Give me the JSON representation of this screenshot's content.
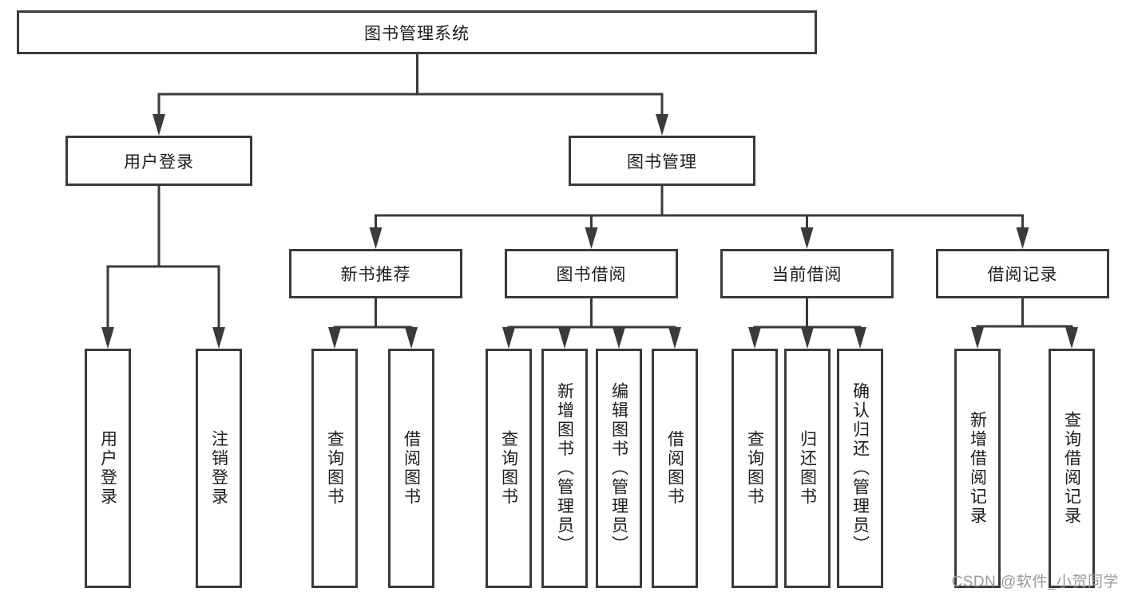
{
  "diagram": {
    "root": {
      "label": "图书管理系统"
    },
    "level2": [
      {
        "label": "用户登录"
      },
      {
        "label": "图书管理"
      }
    ],
    "level3": [
      {
        "label": "新书推荐",
        "parent": "图书管理"
      },
      {
        "label": "图书借阅",
        "parent": "图书管理"
      },
      {
        "label": "当前借阅",
        "parent": "图书管理"
      },
      {
        "label": "借阅记录",
        "parent": "图书管理"
      }
    ],
    "leaves": [
      {
        "label": "用户登录",
        "parent": "用户登录"
      },
      {
        "label": "注销登录",
        "parent": "用户登录"
      },
      {
        "label": "查询图书",
        "parent": "新书推荐"
      },
      {
        "label": "借阅图书",
        "parent": "新书推荐"
      },
      {
        "label": "查询图书",
        "parent": "图书借阅"
      },
      {
        "label": "新增图书（管理员）",
        "parent": "图书借阅"
      },
      {
        "label": "编辑图书（管理员）",
        "parent": "图书借阅"
      },
      {
        "label": "借阅图书",
        "parent": "图书借阅"
      },
      {
        "label": "查询图书",
        "parent": "当前借阅"
      },
      {
        "label": "归还图书",
        "parent": "当前借阅"
      },
      {
        "label": "确认归还（管理员）",
        "parent": "当前借阅"
      },
      {
        "label": "新增借阅记录",
        "parent": "借阅记录"
      },
      {
        "label": "查询借阅记录",
        "parent": "借阅记录"
      }
    ]
  },
  "watermark": {
    "text": "CSDN @软件_小贺同学"
  },
  "colors": {
    "line": "#3a3a3a",
    "box_border": "#3a3a3a",
    "text": "#1c1c1c",
    "watermark": "#9b9b9b",
    "background": "#ffffff"
  }
}
